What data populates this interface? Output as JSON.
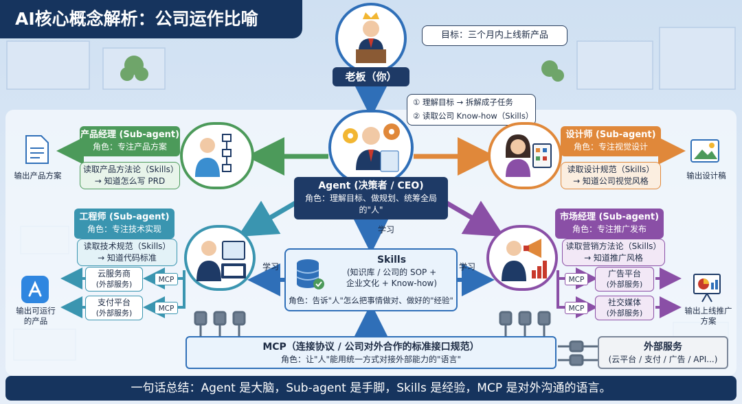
{
  "title": "AI核心概念解析：公司运作比喻",
  "boss": {
    "label": "老板（你）",
    "goal": "目标：三个月内上线新产品"
  },
  "agent": {
    "title": "Agent (决策者 / CEO)",
    "role_line1": "角色：理解目标、做规划、统筹全局",
    "role_line2": "的\"人\"",
    "steps": [
      "① 理解目标 → 拆解成子任务",
      "② 读取公司 Know-how（Skills）"
    ]
  },
  "pm": {
    "title": "产品经理 (Sub-agent)",
    "role": "角色：专注产品方案",
    "skill_line1": "读取产品方法论（Skills）",
    "skill_line2": "→ 知道怎么写 PRD",
    "output": "输出产品方案"
  },
  "designer": {
    "title": "设计师 (Sub-agent)",
    "role": "角色：专注视觉设计",
    "skill_line1": "读取设计规范（Skills）",
    "skill_line2": "→ 知道公司视觉风格",
    "output": "输出设计稿"
  },
  "engineer": {
    "title": "工程师 (Sub-agent)",
    "role": "角色：专注技术实现",
    "skill_line1": "读取技术规范（Skills）",
    "skill_line2": "→ 知道代码标准",
    "service1_line1": "云服务商",
    "service1_line2": "(外部服务)",
    "service2_line1": "支付平台",
    "service2_line2": "(外部服务)",
    "output_line1": "输出可运行",
    "output_line2": "的产品"
  },
  "marketer": {
    "title": "市场经理 (Sub-agent)",
    "role": "角色：专注推广发布",
    "skill_line1": "读取营销方法论（Skills）",
    "skill_line2": "→ 知道推广风格",
    "service1_line1": "广告平台",
    "service1_line2": "(外部服务)",
    "service2_line1": "社交媒体",
    "service2_line2": "(外部服务)",
    "output_line1": "输出上线推广",
    "output_line2": "方案"
  },
  "skills": {
    "title": "Skills",
    "line1": "(知识库 / 公司的 SOP +",
    "line2": "企业文化 + Know-how)",
    "role": "角色：告诉\"人\"怎么把事情做对、做好的\"经验\"",
    "learn": "学习"
  },
  "mcp": {
    "title": "MCP（连接协议 / 公司对外合作的标准接口规范）",
    "role": "角色：让\"人\"能用统一方式对接外部能力的\"语言\"",
    "tag": "MCP"
  },
  "external": {
    "title": "外部服务",
    "subtitle": "(云平台 / 支付 / 广告 / API...)"
  },
  "summary": "一句话总结：Agent 是大脑，Sub-agent 是手脚，Skills 是经验，MCP 是对外沟通的语言。",
  "colors": {
    "navy": "#1e3a66",
    "green": "#4c9a5a",
    "orange": "#e0883a",
    "teal": "#3a95b0",
    "purple": "#8a4fa6",
    "blue": "#2f6fb8"
  }
}
